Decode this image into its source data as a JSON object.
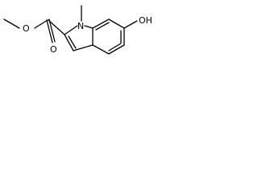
{
  "molecule": {
    "atoms": {
      "ester_methyl_oxygen": "O",
      "carbonyl_oxygen": "O",
      "ring_nitrogen": "N",
      "hydroxyl_group": "OH"
    }
  }
}
